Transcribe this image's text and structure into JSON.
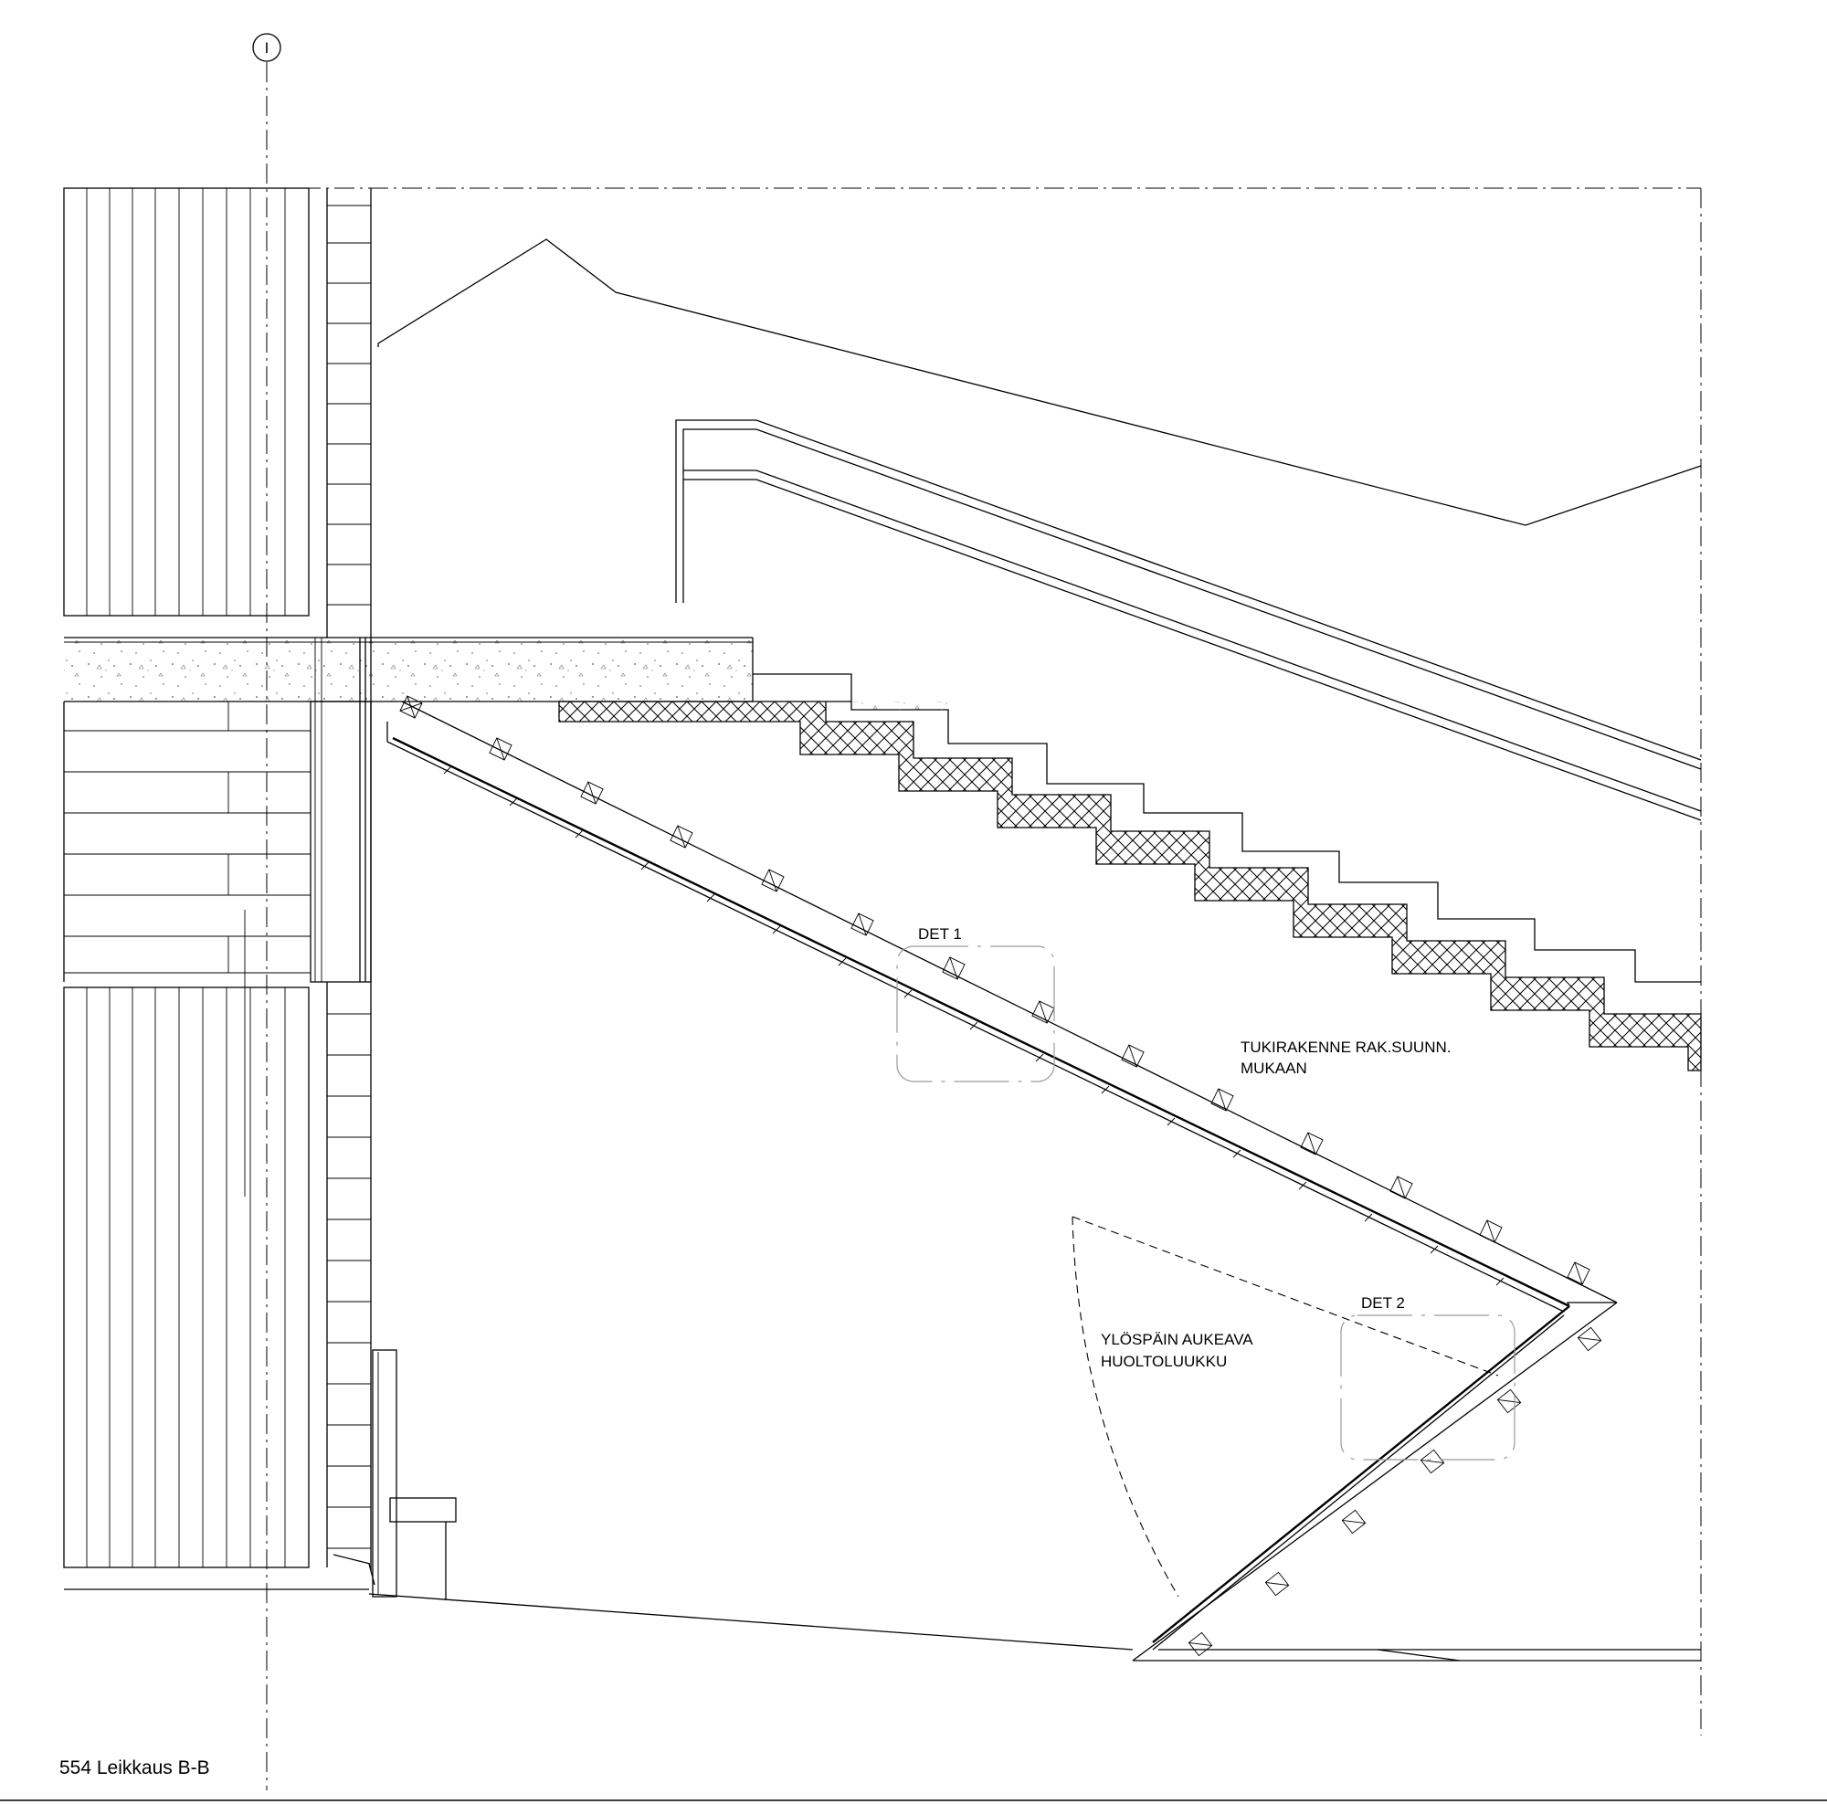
{
  "drawing": {
    "title": "554 Leikkaus B-B",
    "grid_marker": "I",
    "labels": {
      "support_line1": "TUKIRAKENNE RAK.SUUNN.",
      "support_line2": "MUKAAN",
      "hatch_line1": "YLÖSPÄIN AUKEAVA",
      "hatch_line2": "HUOLTOLUUKKU"
    },
    "details": [
      {
        "label": "DET 1"
      },
      {
        "label": "DET 2"
      }
    ]
  }
}
